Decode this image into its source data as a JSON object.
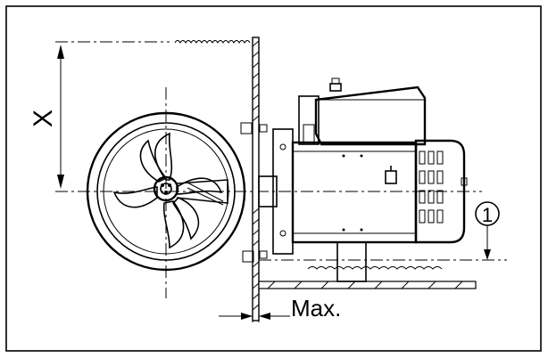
{
  "labels": {
    "x_dimension": "X",
    "max_dimension": "Max.",
    "callout_number": "1"
  },
  "icons": [
    "thruster-propeller",
    "electric-motor",
    "water-surface",
    "hull-wall"
  ]
}
